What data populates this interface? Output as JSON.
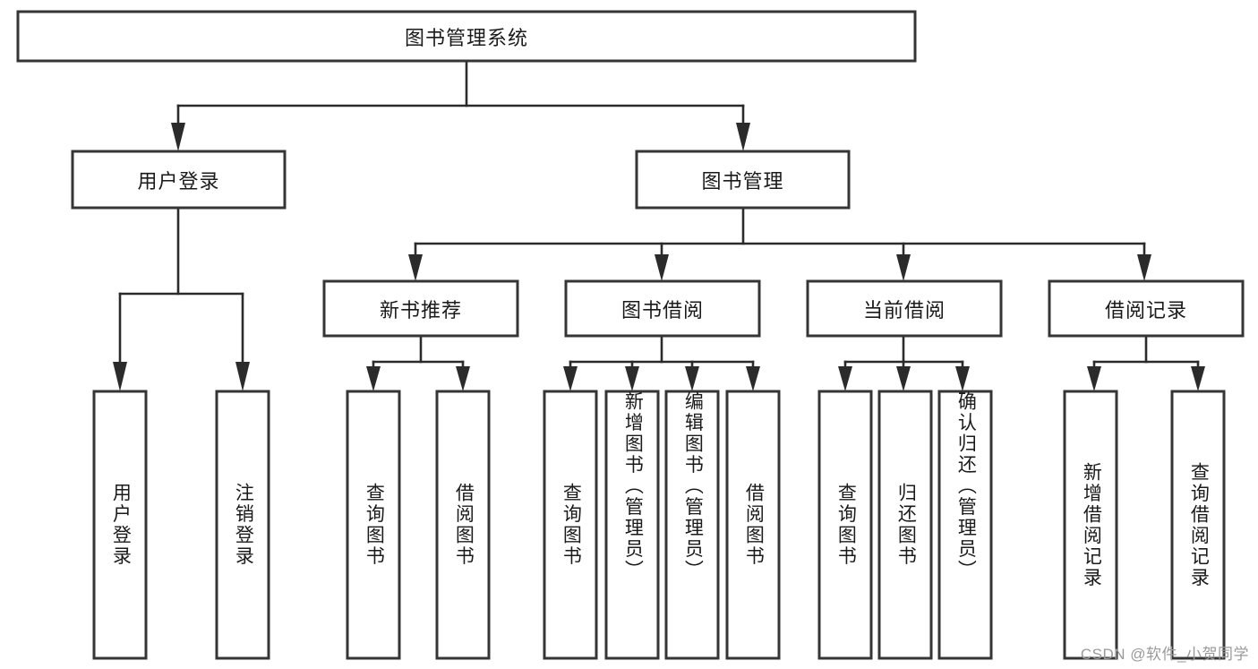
{
  "diagram": {
    "type": "tree-hierarchy",
    "root": {
      "id": "root",
      "label": "图书管理系统"
    },
    "level2": [
      {
        "id": "user-login",
        "label": "用户登录"
      },
      {
        "id": "book-management",
        "label": "图书管理"
      }
    ],
    "level3": [
      {
        "id": "new-book-recommend",
        "label": "新书推荐",
        "parent": "book-management"
      },
      {
        "id": "book-borrow",
        "label": "图书借阅",
        "parent": "book-management"
      },
      {
        "id": "current-borrow",
        "label": "当前借阅",
        "parent": "book-management"
      },
      {
        "id": "borrow-record",
        "label": "借阅记录",
        "parent": "book-management"
      }
    ],
    "leaves": {
      "user-login": [
        {
          "id": "leaf-user-login",
          "label": "用户登录"
        },
        {
          "id": "leaf-logout",
          "label": "注销登录"
        }
      ],
      "new-book-recommend": [
        {
          "id": "leaf-query-book-1",
          "label": "查询图书"
        },
        {
          "id": "leaf-borrow-book-1",
          "label": "借阅图书"
        }
      ],
      "book-borrow": [
        {
          "id": "leaf-query-book-2",
          "label": "查询图书"
        },
        {
          "id": "leaf-add-book",
          "label": "新增图书（管理员）"
        },
        {
          "id": "leaf-edit-book",
          "label": "编辑图书（管理员）"
        },
        {
          "id": "leaf-borrow-book-2",
          "label": "借阅图书"
        }
      ],
      "current-borrow": [
        {
          "id": "leaf-query-book-3",
          "label": "查询图书"
        },
        {
          "id": "leaf-return-book",
          "label": "归还图书"
        },
        {
          "id": "leaf-confirm-return",
          "label": "确认归还（管理员）"
        }
      ],
      "borrow-record": [
        {
          "id": "leaf-add-record",
          "label": "新增借阅记录"
        },
        {
          "id": "leaf-query-record",
          "label": "查询借阅记录"
        }
      ]
    },
    "colors": {
      "box_border": "#353535",
      "box_fill": "#ffffff",
      "connector": "#2b2b2b",
      "text": "#1a1a1a",
      "watermark": "#9a9a9a",
      "background": "#ffffff"
    }
  },
  "watermark": {
    "text": "CSDN @软件_小贺同学"
  }
}
